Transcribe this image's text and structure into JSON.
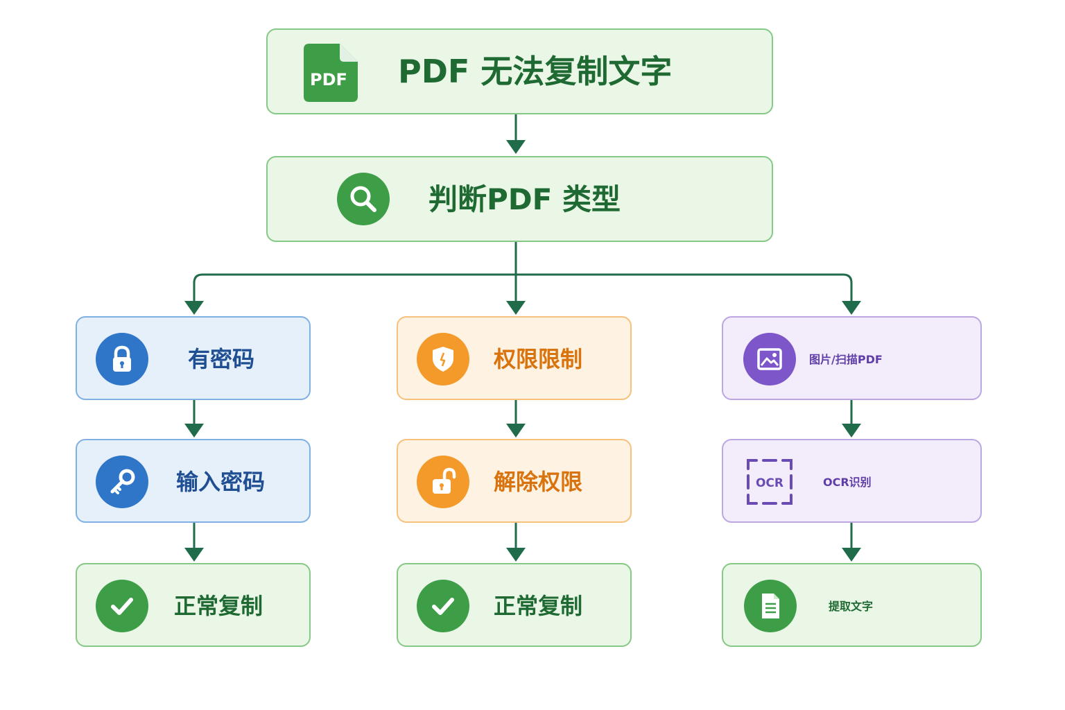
{
  "colors": {
    "connector": "#1f6b4a",
    "green": "#3d9e47",
    "blue": "#2f76c9",
    "orange": "#f49a2a",
    "purple": "#7d56c9"
  },
  "start": {
    "label": "PDF 无法复制文字",
    "icon": "pdf-file-icon",
    "icon_text": "PDF"
  },
  "judge": {
    "label": "判断PDF 类型",
    "icon": "search-icon"
  },
  "branches": [
    {
      "theme": "blue",
      "type": {
        "label": "有密码",
        "icon": "lock-icon"
      },
      "action": {
        "label": "输入密码",
        "icon": "key-icon"
      },
      "result": {
        "label": "正常复制",
        "icon": "checkmark-icon"
      }
    },
    {
      "theme": "orange",
      "type": {
        "label": "权限限制",
        "icon": "shield-icon"
      },
      "action": {
        "label": "解除权限",
        "icon": "unlock-icon"
      },
      "result": {
        "label": "正常复制",
        "icon": "checkmark-icon"
      }
    },
    {
      "theme": "purple",
      "type": {
        "label": "图片/扫描PDF",
        "icon": "image-icon"
      },
      "action": {
        "label": "OCR识别",
        "icon": "ocr-scan-icon",
        "icon_text": "OCR"
      },
      "result": {
        "label": "提取文字",
        "icon": "document-icon"
      }
    }
  ]
}
